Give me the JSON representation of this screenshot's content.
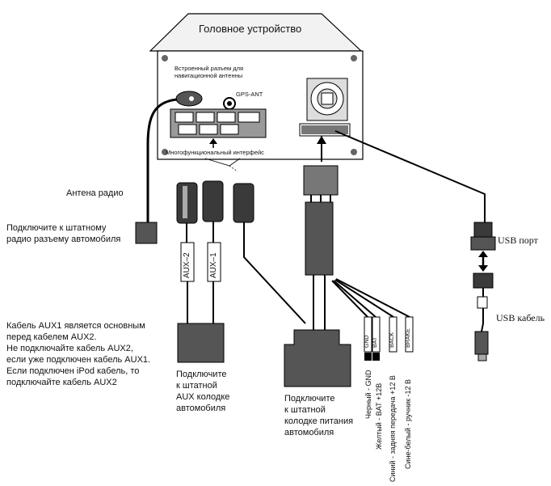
{
  "head_unit": {
    "title": "Головное устройство",
    "nav_connector_label": "Встроенный разъем для\nнавигационной антенны",
    "gps_label": "GPS-ANT",
    "multi_label": "Многофункциональный интерфейс"
  },
  "radio_antenna": {
    "label": "Антена радио",
    "instruction": "Подключите к штатному\nрадио разъему автомобиля"
  },
  "aux": {
    "aux2_label": "AUX–2",
    "aux1_label": "AUX–1",
    "note": "Кабель AUX1 является основным\nперед кабелем AUX2.\nНе подключайте кабель AUX2,\nесли уже подключен кабель AUX1.\nЕсли подключен iPod кабель, то\nподключайте кабель AUX2",
    "connect_text": "Подключите\nк штатной\nAUX колодке\nавтомобиля"
  },
  "power": {
    "connect_text": "Подключите\nк штатной\nколодке питания\nавтомобиля",
    "wires": [
      {
        "tag": "GND",
        "desc": "Черный - GND"
      },
      {
        "tag": "BAT",
        "desc": "Желтый - BAT +12В"
      },
      {
        "tag": "BACK",
        "desc": "Синий - задняя передача +12 В"
      },
      {
        "tag": "BRAKE",
        "desc": "Сине-белый - ручник -12 В"
      }
    ]
  },
  "usb": {
    "port_label": "USB порт",
    "cable_label": "USB кабель"
  },
  "colors": {
    "line": "#000000",
    "box_fill": "#f2f2f2",
    "connector_fill": "#3a3a3a"
  }
}
